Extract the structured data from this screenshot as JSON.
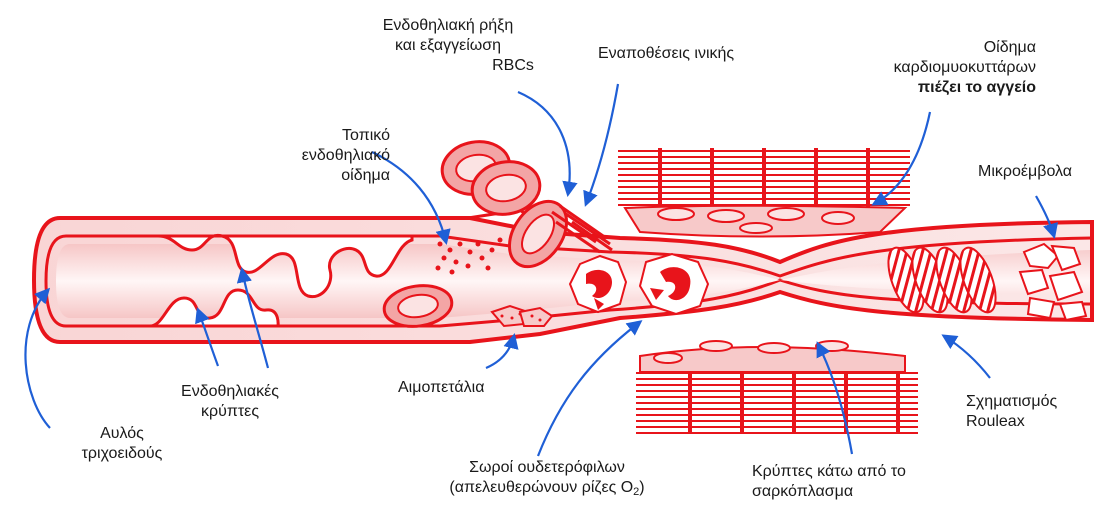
{
  "colors": {
    "vessel_red": "#e8141b",
    "fill_light": "#f7c9c9",
    "fill_mid": "#f3a5a5",
    "arrow_blue": "#1f5fd6",
    "text": "#1a1a1a"
  },
  "labels": {
    "endothelial_rupture": [
      "Ενδοθηλιακή ρήξη",
      "και εξαγγείωση",
      "RBCs"
    ],
    "fibrin_deposits": [
      "Εναποθέσεις ινικής"
    ],
    "cardiomyocyte_edema": [
      "Οίδημα",
      "καρδιομυοκυττάρων",
      "πιέζει το αγγείο"
    ],
    "local_edema": [
      "Τοπικό",
      "ενδοθηλιακό",
      "οίδημα"
    ],
    "microemboli": [
      "Μικροέμβολα"
    ],
    "endothelial_crypts": [
      "Ενδοθηλιακές",
      "κρύπτες"
    ],
    "platelets": [
      "Αιμοπετάλια"
    ],
    "capillary_lumen": [
      "Αυλός",
      "τριχοειδούς"
    ],
    "neutrophils_line1": "Σωροί ουδετερόφιλων",
    "neutrophils_line2_prefix": "(απελευθερώνουν ρίζες O",
    "neutrophils_line2_sub": "2",
    "neutrophils_line2_suffix": ")",
    "sarcoplasm_crypts": [
      "Κρύπτες κάτω από το",
      "σαρκόπλασμα"
    ],
    "rouleaux": [
      "Σχηματισμός",
      "Rouleax"
    ]
  },
  "icons": [
    "red-blood-cell",
    "neutrophil",
    "platelet",
    "muscle-fiber",
    "arrow"
  ]
}
